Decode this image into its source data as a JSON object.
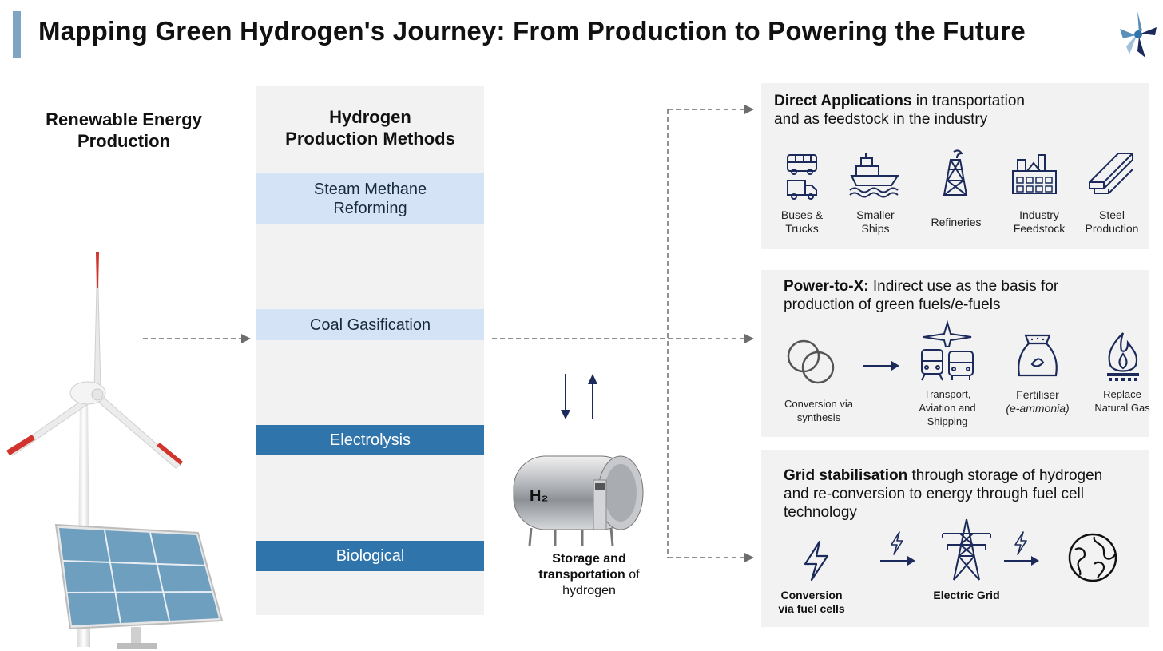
{
  "title": "Mapping Green Hydrogen's Journey: From Production to Powering the Future",
  "renewable": {
    "title_line1": "Renewable Energy",
    "title_line2": "Production"
  },
  "methods": {
    "title_line1": "Hydrogen",
    "title_line2": "Production Methods",
    "items": [
      {
        "line1": "Steam Methane",
        "line2": "Reforming"
      },
      {
        "line1": "Coal Gasification"
      },
      {
        "line1": "Electrolysis"
      },
      {
        "line1": "Biological"
      }
    ]
  },
  "storage": {
    "tank_label": "H₂",
    "bold1": "Storage and",
    "bold2": "transportation",
    "tail": " of",
    "line3": "hydrogen"
  },
  "direct": {
    "bold": "Direct Applications",
    "text1": " in transportation",
    "text2": "and as feedstock in the industry",
    "icons": [
      {
        "icon": "bus-truck-icon",
        "line1": "Buses &",
        "line2": "Trucks"
      },
      {
        "icon": "ship-icon",
        "line1": "Smaller",
        "line2": "Ships"
      },
      {
        "icon": "refinery-icon",
        "line1": "Refineries"
      },
      {
        "icon": "factory-icon",
        "line1": "Industry",
        "line2": "Feedstock"
      },
      {
        "icon": "steel-beam-icon",
        "line1": "Steel",
        "line2": "Production"
      }
    ]
  },
  "ptx": {
    "bold": "Power-to-X:",
    "text1": " Indirect use as the basis for",
    "text2": "production of green fuels/e-fuels",
    "icons": [
      {
        "icon": "synthesis-icon",
        "line1": "Conversion via",
        "line2": "synthesis"
      },
      {
        "icon": "transport-icon",
        "line1": "Transport,",
        "line2": "Aviation and",
        "line3": "Shipping"
      },
      {
        "icon": "fertiliser-icon",
        "line1": "Fertiliser",
        "line2": "(e-ammonia)"
      },
      {
        "icon": "flame-icon",
        "line1": "Replace",
        "line2": "Natural Gas"
      }
    ]
  },
  "grid": {
    "bold": "Grid stabilisation",
    "text1": " through storage of hydrogen",
    "text2": "and re-conversion to energy through fuel cell",
    "text3": "technology",
    "icons": [
      {
        "icon": "lightning-icon",
        "line1": "Conversion",
        "line2": "via fuel cells"
      },
      {
        "icon": "pylon-icon",
        "line1": "Electric Grid"
      },
      {
        "icon": "globe-icon"
      }
    ]
  },
  "colors": {
    "navy": "#1b2a5a",
    "light_blue": "#d5e3f7",
    "dark_blue": "#2f74aa",
    "panel_gray": "#f2f2f2",
    "accent_bar": "#7ea6c4"
  }
}
